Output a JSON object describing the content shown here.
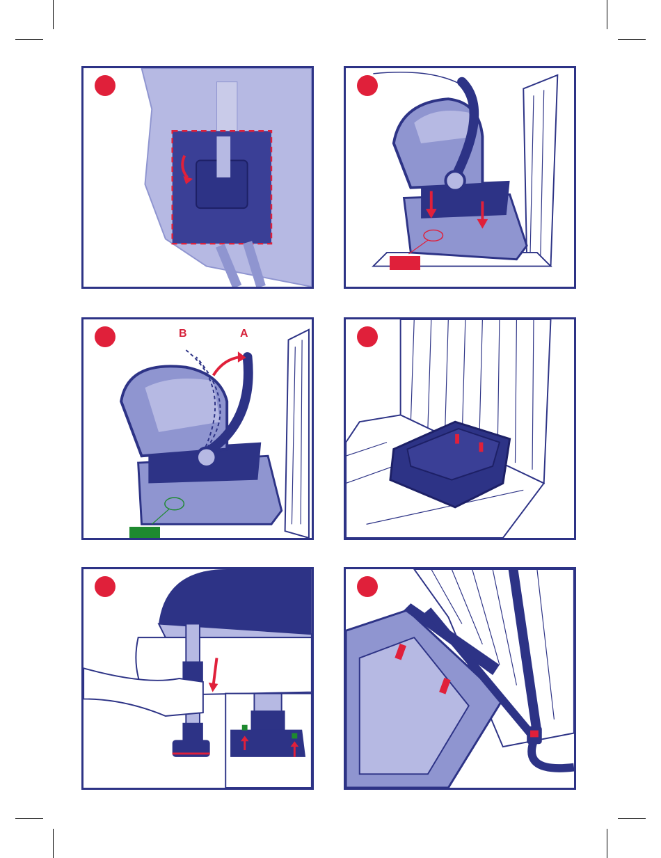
{
  "page": {
    "title": ""
  },
  "colors": {
    "navy": "#2d3386",
    "seat": "#8f95d0",
    "light": "#b6b9e3",
    "red": "#e0203a",
    "green": "#1e8a2f"
  },
  "panels": [
    {
      "id": "p1",
      "step_badge": "red-circle"
    },
    {
      "id": "p2",
      "step_badge": "red-circle",
      "tag_color": "#e0203a"
    },
    {
      "id": "p3",
      "step_badge": "red-circle",
      "label_b": "B",
      "label_a": "A",
      "tag_color": "#1e8a2f"
    },
    {
      "id": "p4",
      "step_badge": "red-circle"
    },
    {
      "id": "p5",
      "step_badge": "red-circle"
    },
    {
      "id": "p6",
      "step_badge": "red-circle"
    }
  ]
}
